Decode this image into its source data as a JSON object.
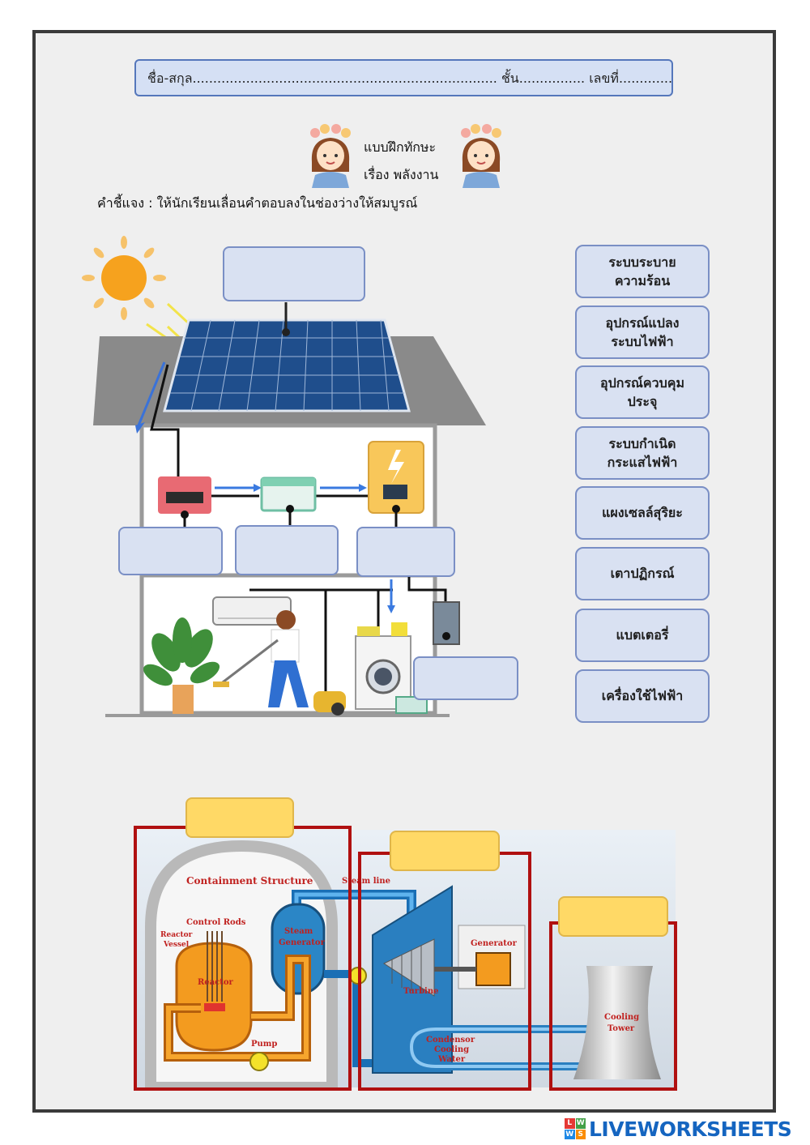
{
  "header": {
    "name_line": "ชื่อ-สกุล.......................................................................... ชั้น................ เลขที่.................."
  },
  "titles": {
    "line1": "แบบฝึกทักษะ",
    "line2": "เรื่อง พลังงาน"
  },
  "instruction": "คำชี้แจง : ให้นักเรียนเลื่อนคำตอบลงในช่องว่างให้สมบูรณ์",
  "options": [
    "ระบบระบาย\nความร้อน",
    "อุปกรณ์แปลง\nระบบไฟฟ้า",
    "อุปกรณ์ควบคุม\nประจุ",
    "ระบบกำเนิด\nกระแสไฟฟ้า",
    "แผงเซลล์สุริยะ",
    "เตาปฏิกรณ์",
    "แบตเตอรี่",
    "เครื่องใช้ไฟฟ้า"
  ],
  "nuclear_diagram": {
    "containment": "Containment  Structure",
    "steam_line": "Steam line",
    "control_rods": "Control Rods",
    "reactor_vessel_1": "Reactor",
    "reactor_vessel_2": "Vessel",
    "reactor": "Reactor",
    "steam_gen_1": "Steam",
    "steam_gen_2": "Generator",
    "pump": "Pump",
    "turbine": "Turbine",
    "generator": "Generator",
    "condensor_1": "Condensor",
    "condensor_2": "Cooling",
    "condensor_3": "Water",
    "cooling_1": "Cooling",
    "cooling_2": "Tower"
  },
  "colors": {
    "answer_box": "#d9e1f2",
    "answer_border": "#7a8fc5",
    "yellow_box": "#ffd966",
    "red_frame": "#b01010"
  },
  "brand": {
    "text": "LIVEWORKSHEETS",
    "logo": [
      "L",
      "W",
      "W",
      "S"
    ]
  }
}
